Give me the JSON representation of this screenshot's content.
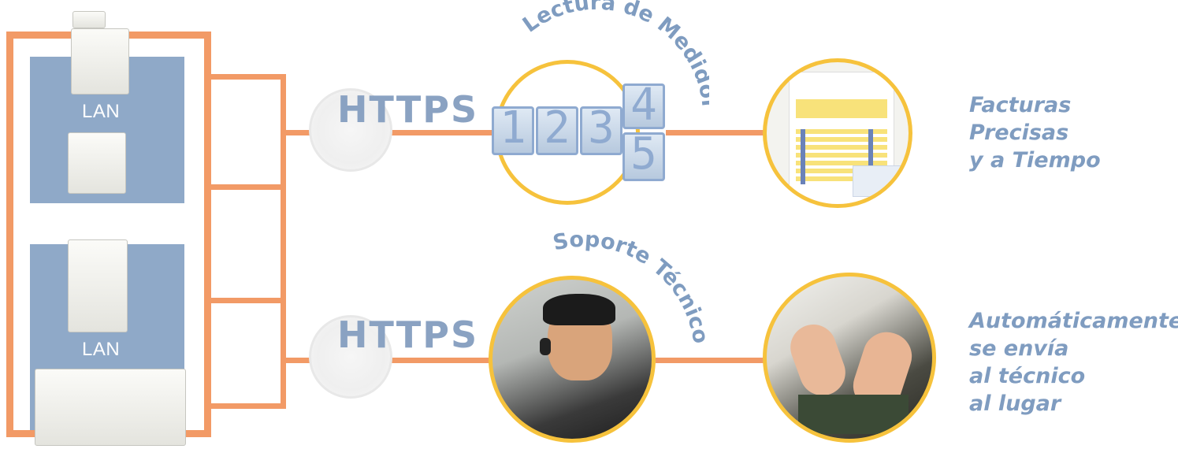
{
  "network": {
    "lan_top_label": "LAN",
    "lan_bottom_label": "LAN"
  },
  "connections": {
    "top_protocol": "HTTPS",
    "bottom_protocol": "HTTPS"
  },
  "meter_reading": {
    "arc_title": "Lectura de Medidor",
    "digits": [
      "1",
      "2",
      "3",
      "4",
      "5"
    ]
  },
  "tech_support": {
    "arc_title": "Soporte Técnico"
  },
  "outcomes": {
    "invoices_lines": [
      "Facturas",
      "Precisas",
      "y a Tiempo"
    ],
    "dispatch_lines": [
      "Automáticamente",
      "se envía",
      "al técnico",
      "al lugar"
    ]
  },
  "colors": {
    "connector": "#f29a66",
    "lan_panel": "#8fa9c8",
    "circle_border": "#f6c23c",
    "text_blue": "#7f9cc0"
  }
}
